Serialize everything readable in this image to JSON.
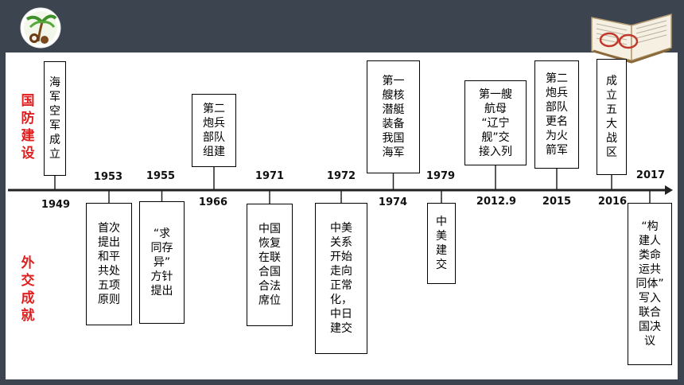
{
  "side_labels": {
    "top": "国防建设",
    "bottom": "外交成就"
  },
  "colors": {
    "background": "#3c4450",
    "panel": "#ffffff",
    "accent_red": "#e02020"
  },
  "events_top": [
    {
      "year": "1949",
      "text": "海\n军\n空\n军\n成\n立"
    },
    {
      "year": "1966",
      "text": "第二\n炮兵\n部队\n组建"
    },
    {
      "year": "1974",
      "text": "第一\n艘核\n潜艇\n装备\n我国\n海军"
    },
    {
      "year": "2012.9",
      "text": "第一艘\n航母\n“辽宁\n舰”交\n接入列"
    },
    {
      "year": "2015",
      "text": "第二\n炮兵\n部队\n更名\n为火\n箭军"
    },
    {
      "year": "2016",
      "text": "成\n立\n五\n大\n战\n区"
    }
  ],
  "events_bottom": [
    {
      "year": "1953",
      "text": "首次\n提出\n和平\n共处\n五项\n原则"
    },
    {
      "year": "1955",
      "text": "“求\n同存\n异”\n方针\n提出"
    },
    {
      "year": "1971",
      "text": "中国\n恢复\n在联\n合国\n合法\n席位"
    },
    {
      "year": "1972",
      "text": "中美\n关系\n开始\n走向\n正常\n化，\n中日\n建交"
    },
    {
      "year": "1979",
      "text": "中\n美\n建\n交"
    },
    {
      "year": "2017",
      "text": "“构\n建人\n类命\n运共\n同体”\n写入\n联合\n国决\n议"
    }
  ],
  "icons": [
    "coconut-tree-logo-icon",
    "open-book-glasses-icon"
  ]
}
